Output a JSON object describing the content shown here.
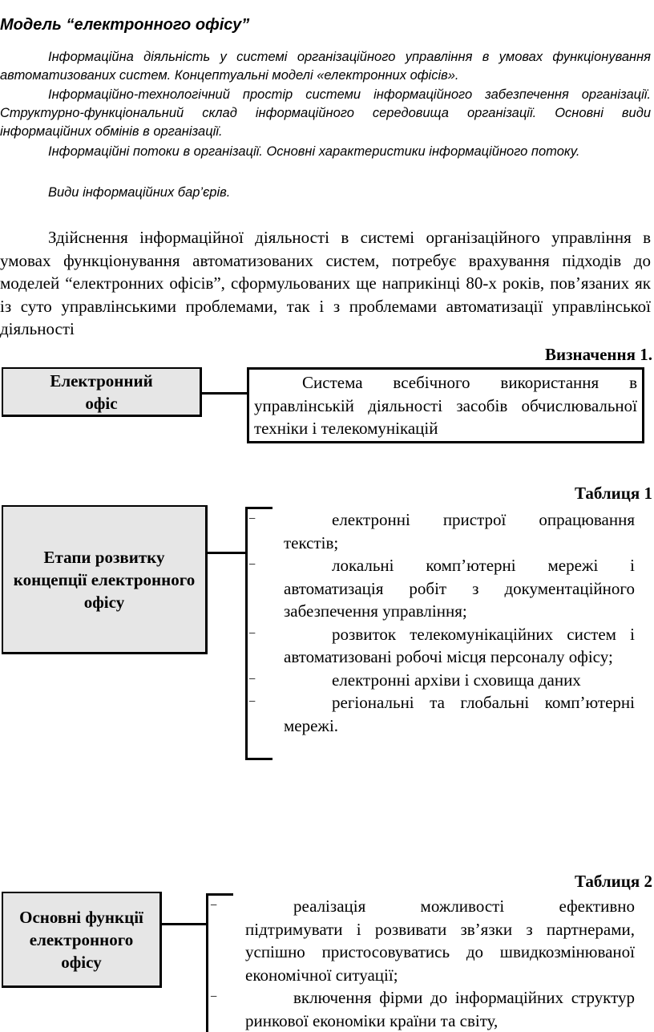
{
  "heading": {
    "title": "Модель “електронного офісу”",
    "topics": [
      "Інформаційна діяльність у системі організаційного управління  в умовах функціонування автоматизованих систем. Концептуальні моделі «електронних офісів».",
      "Інформаційно-технологічний простір системи інформаційного забезпечення організації. Структурно-функціональний склад інформаційного середовища організації. Основні види інформаційних обмінів в організації.",
      "Інформаційні потоки в організації. Основні характеристики інформаційного потоку.",
      "Види інформаційних бар’єрів."
    ]
  },
  "intro_paragraph": "Здійснення інформаційної діяльності в системі організаційного управління  в умовах функціонування автоматизованих систем,  потребує врахування підходів до моделей “електронних офісів”, сформульованих ще наприкінці 80-х років, пов’язаних  як із суто управлінськими проблемами, так і з проблемами автоматизації управлінської діяльності",
  "definition": {
    "label": "Визначення 1.",
    "term": "Електронний офіс",
    "text": "Система всебічного використання в управлінській діяльності засобів обчислювальної техніки і телекомунікацій"
  },
  "table1": {
    "label": "Таблиця 1",
    "term": "Етапи розвитку концепції електронного офісу",
    "items": [
      "електронні пристрої опрацювання текстів;",
      "локальні комп’ютерні мережі і автоматизація робіт з документаційного забезпечення управління;",
      "розвиток телекомунікаційних систем і автоматизовані робочі місця персоналу офісу;",
      "електронні архіви і сховища даних",
      "регіональні та глобальні комп’ютерні мережі."
    ]
  },
  "table2": {
    "label": "Таблиця 2",
    "term": "Основні функції електронного офісу",
    "items": [
      "реалізація можливості ефективно підтримувати і розвивати зв’язки з партнерами, успішно пристосовуватись до швидкозмінюваної економічної ситуації;",
      "включення фірми до інформаційних структур ринкової економіки країни та світу,"
    ]
  },
  "dash_glyph": "−"
}
